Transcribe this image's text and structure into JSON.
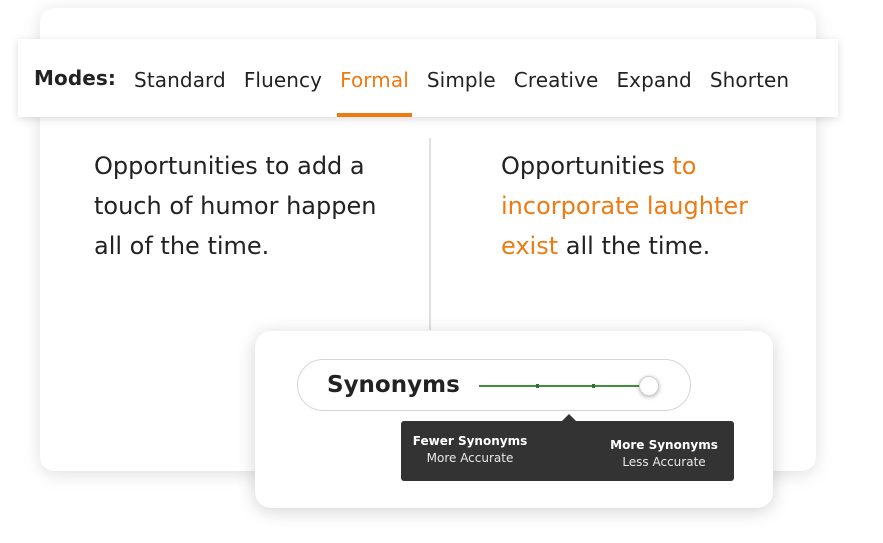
{
  "modes": {
    "label": "Modes:",
    "items": [
      {
        "label": "Standard",
        "active": false
      },
      {
        "label": "Fluency",
        "active": false
      },
      {
        "label": "Formal",
        "active": true
      },
      {
        "label": "Simple",
        "active": false
      },
      {
        "label": "Creative",
        "active": false
      },
      {
        "label": "Expand",
        "active": false
      },
      {
        "label": "Shorten",
        "active": false
      }
    ]
  },
  "input_text": "Opportunities to add a touch of humor happen all of the time.",
  "output": {
    "part1": "Opportunities ",
    "highlight": "to incorporate laughter exist",
    "part2": " all the time."
  },
  "synonyms": {
    "label": "Synonyms",
    "slider_level": 1.0,
    "tooltip": {
      "left_title": "Fewer Synonyms",
      "left_sub": "More Accurate",
      "right_title": "More Synonyms",
      "right_sub": "Less Accurate"
    }
  },
  "colors": {
    "accent": "#ee7a12",
    "slider_track": "#3f8f3f",
    "tooltip_bg": "#333333"
  }
}
